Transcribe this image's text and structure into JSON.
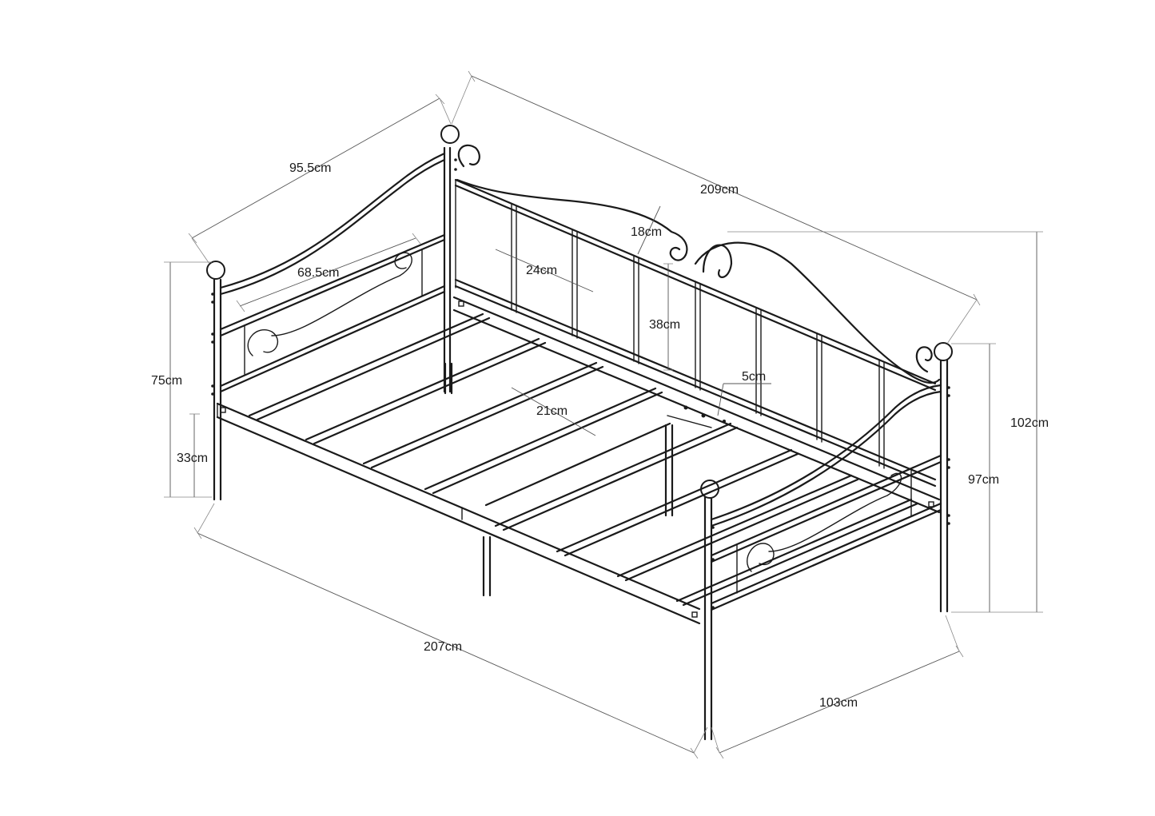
{
  "dimensions": {
    "headboard_depth": "95.5cm",
    "total_length": "209cm",
    "scroll_height": "18cm",
    "inner_depth": "68.5cm",
    "bar_spacing": "24cm",
    "backrest_panel_height": "38cm",
    "bracket_width": "5cm",
    "slat_spacing": "21cm",
    "side_height": "75cm",
    "leg_clearance": "33cm",
    "front_leg_height": "97cm",
    "overall_height": "102cm",
    "bed_length": "207cm",
    "bed_width": "103cm"
  }
}
